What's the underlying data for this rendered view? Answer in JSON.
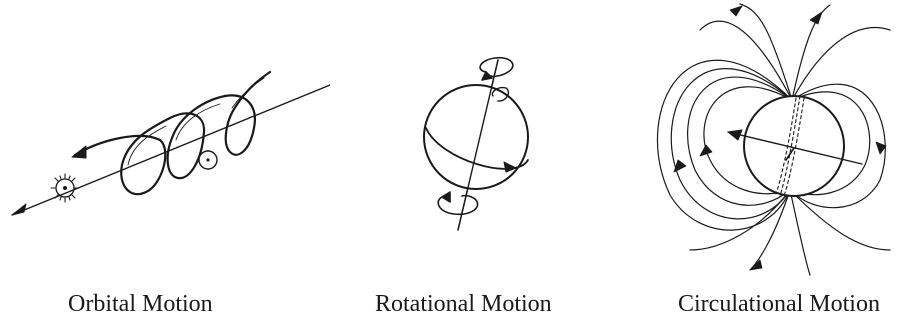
{
  "panels": [
    {
      "caption": "Orbital Motion"
    },
    {
      "caption": "Rotational Motion"
    },
    {
      "caption": "Circulational Motion"
    }
  ],
  "colors": {
    "ink": "#1a1a1a",
    "background": "#ffffff"
  }
}
